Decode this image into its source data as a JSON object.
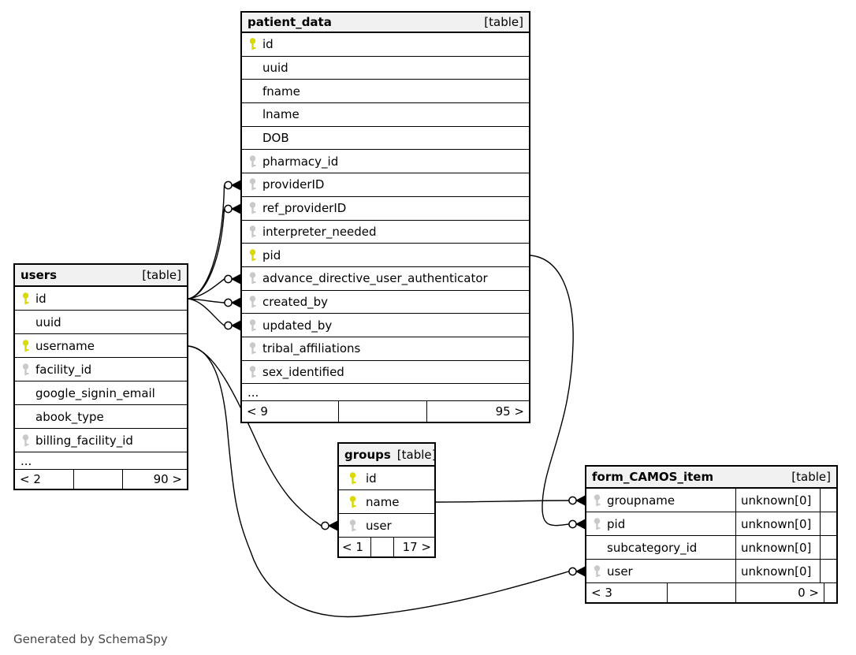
{
  "page": {
    "generated_note": "Generated by SchemaSpy"
  },
  "colors": {
    "primary_key_icon": "#d9d905",
    "foreign_key_icon": "#c9c9c9",
    "table_header_bg": "#f1f1f1",
    "border": "#000000"
  },
  "tables": {
    "patient_data": {
      "name": "patient_data",
      "kind": "[table]",
      "columns": [
        {
          "name": "id",
          "key": "primary"
        },
        {
          "name": "uuid",
          "key": "none"
        },
        {
          "name": "fname",
          "key": "none"
        },
        {
          "name": "lname",
          "key": "none"
        },
        {
          "name": "DOB",
          "key": "none"
        },
        {
          "name": "pharmacy_id",
          "key": "foreign"
        },
        {
          "name": "providerID",
          "key": "foreign"
        },
        {
          "name": "ref_providerID",
          "key": "foreign"
        },
        {
          "name": "interpreter_needed",
          "key": "foreign"
        },
        {
          "name": "pid",
          "key": "primary"
        },
        {
          "name": "advance_directive_user_authenticator",
          "key": "foreign"
        },
        {
          "name": "created_by",
          "key": "foreign"
        },
        {
          "name": "updated_by",
          "key": "foreign"
        },
        {
          "name": "tribal_affiliations",
          "key": "foreign"
        },
        {
          "name": "sex_identified",
          "key": "foreign"
        }
      ],
      "ellipsis": "...",
      "nav": {
        "left": "< 9",
        "right": "95 >"
      }
    },
    "users": {
      "name": "users",
      "kind": "[table]",
      "columns": [
        {
          "name": "id",
          "key": "primary"
        },
        {
          "name": "uuid",
          "key": "none"
        },
        {
          "name": "username",
          "key": "primary"
        },
        {
          "name": "facility_id",
          "key": "foreign"
        },
        {
          "name": "google_signin_email",
          "key": "none"
        },
        {
          "name": "abook_type",
          "key": "none"
        },
        {
          "name": "billing_facility_id",
          "key": "foreign"
        }
      ],
      "ellipsis": "...",
      "nav": {
        "left": "< 2",
        "right": "90 >"
      }
    },
    "groups": {
      "name": "groups",
      "kind": "[table]",
      "columns": [
        {
          "name": "id",
          "key": "primary"
        },
        {
          "name": "name",
          "key": "primary"
        },
        {
          "name": "user",
          "key": "foreign"
        }
      ],
      "nav": {
        "left": "< 1",
        "right": "17 >"
      }
    },
    "form_CAMOS_item": {
      "name": "form_CAMOS_item",
      "kind": "[table]",
      "columns": [
        {
          "name": "groupname",
          "key": "foreign",
          "type": "unknown[0]"
        },
        {
          "name": "pid",
          "key": "foreign",
          "type": "unknown[0]"
        },
        {
          "name": "subcategory_id",
          "key": "none",
          "type": "unknown[0]"
        },
        {
          "name": "user",
          "key": "foreign",
          "type": "unknown[0]"
        }
      ],
      "nav": {
        "left": "< 3",
        "right": "0 >"
      }
    }
  },
  "relationships": [
    {
      "parent": "users.id",
      "child": "patient_data.providerID"
    },
    {
      "parent": "users.id",
      "child": "patient_data.ref_providerID"
    },
    {
      "parent": "users.id",
      "child": "patient_data.advance_directive_user_authenticator"
    },
    {
      "parent": "users.id",
      "child": "patient_data.created_by"
    },
    {
      "parent": "users.id",
      "child": "patient_data.updated_by"
    },
    {
      "parent": "users.username",
      "child": "groups.user"
    },
    {
      "parent": "users.username",
      "child": "form_CAMOS_item.user"
    },
    {
      "parent": "patient_data.pid",
      "child": "form_CAMOS_item.pid"
    },
    {
      "parent": "groups.name",
      "child": "form_CAMOS_item.groupname"
    }
  ]
}
